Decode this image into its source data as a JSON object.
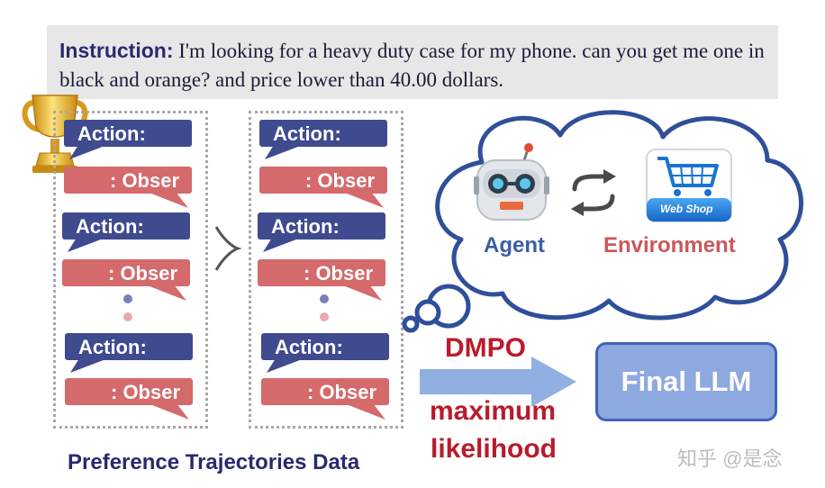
{
  "instruction": {
    "label": "Instruction:",
    "text": " I'm looking for a heavy duty case for my phone.  can you get me one in black and orange? and price lower than 40.00 dollars."
  },
  "trajectories": {
    "action_label": "Action:",
    "observation_label": ": Obser",
    "caption": "Preference Trajectories Data"
  },
  "cloud": {
    "agent_label": "Agent",
    "environment_label": "Environment",
    "shop_icon_label": "Web Shop"
  },
  "training": {
    "method_label": "DMPO",
    "objective_line1": "maximum",
    "objective_line2": "likelihood"
  },
  "output": {
    "label": "Final LLM"
  },
  "watermark": "知乎 @是念",
  "colors": {
    "action": "#3f4a8f",
    "observation": "#d46a6c",
    "accent_red": "#b81c2c",
    "cloud_stroke": "#2f4f9a",
    "arrow": "#8fb0e0"
  }
}
